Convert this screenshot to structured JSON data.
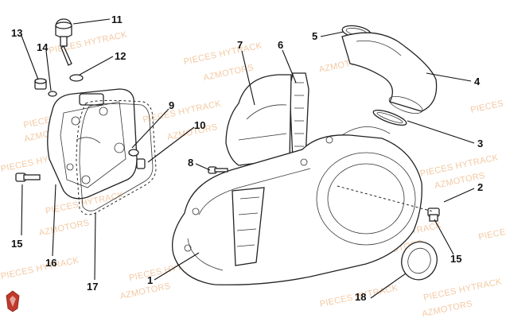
{
  "watermark": {
    "brand_line": "PIECES HYTRACK",
    "sub_line": "AZMOTORS",
    "color": "#f3c9a3",
    "logo_icon": "azmotors-logo-icon",
    "logo_color": "#c0392b"
  },
  "callouts": [
    {
      "id": "c1",
      "label": "1"
    },
    {
      "id": "c2",
      "label": "2"
    },
    {
      "id": "c3",
      "label": "3"
    },
    {
      "id": "c4",
      "label": "4"
    },
    {
      "id": "c5",
      "label": "5"
    },
    {
      "id": "c6",
      "label": "6"
    },
    {
      "id": "c7",
      "label": "7"
    },
    {
      "id": "c8",
      "label": "8"
    },
    {
      "id": "c9",
      "label": "9"
    },
    {
      "id": "c10",
      "label": "10"
    },
    {
      "id": "c11",
      "label": "11"
    },
    {
      "id": "c12",
      "label": "12"
    },
    {
      "id": "c13",
      "label": "13"
    },
    {
      "id": "c14",
      "label": "14"
    },
    {
      "id": "c15a",
      "label": "15"
    },
    {
      "id": "c15b",
      "label": "15"
    },
    {
      "id": "c16",
      "label": "16"
    },
    {
      "id": "c17",
      "label": "17"
    },
    {
      "id": "c18",
      "label": "18"
    }
  ]
}
